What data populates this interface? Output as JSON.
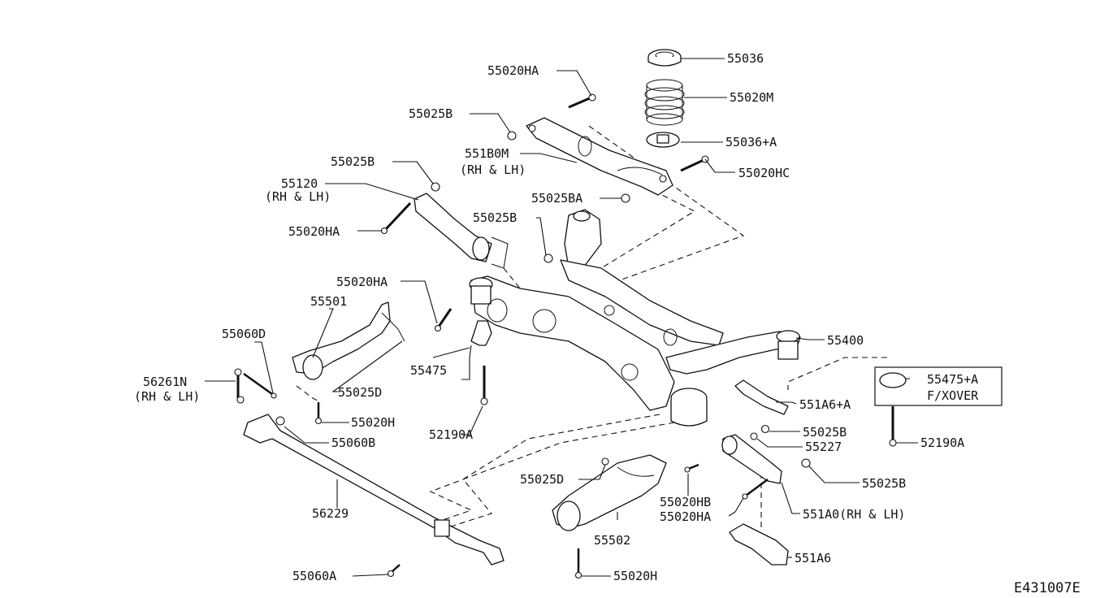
{
  "diagram": {
    "drawing_code": "E431007E",
    "labels": {
      "p55036": "55036",
      "p55020M": "55020M",
      "p55036A": "55036+A",
      "p55020HC": "55020HC",
      "p55020HA_top": "55020HA",
      "p55025B_top": "55025B",
      "p551B0M": "551B0M",
      "p551B0M_sub": "(RH & LH)",
      "p55025BA": "55025BA",
      "p55025B_left": "55025B",
      "p55120": "55120",
      "p55120_sub": "(RH & LH)",
      "p55020HA_left": "55020HA",
      "p55025B_mid": "55025B",
      "p55020HA_mid": "55020HA",
      "p55501": "55501",
      "p55060D": "55060D",
      "p56261N": "56261N",
      "p56261N_sub": "(RH & LH)",
      "p55025D": "55025D",
      "p55475": "55475",
      "p55020H_left": "55020H",
      "p55060B": "55060B",
      "p52190A_left": "52190A",
      "p55400": "55400",
      "p55475A": "55475+A",
      "p55475A_sub": "F/XOVER",
      "p551A6A": "551A6+A",
      "p55025B_right": "55025B",
      "p55227": "55227",
      "p52190A_right": "52190A",
      "p55025D_bottom": "55025D",
      "p55020HB": "55020HB",
      "p55020HA_bottom": "55020HA",
      "p55025B_bottom": "55025B",
      "p551A0": "551A0(RH & LH)",
      "p56229": "56229",
      "p55502": "55502",
      "p551A6": "551A6",
      "p55060A": "55060A",
      "p55020H_bottom": "55020H"
    }
  }
}
